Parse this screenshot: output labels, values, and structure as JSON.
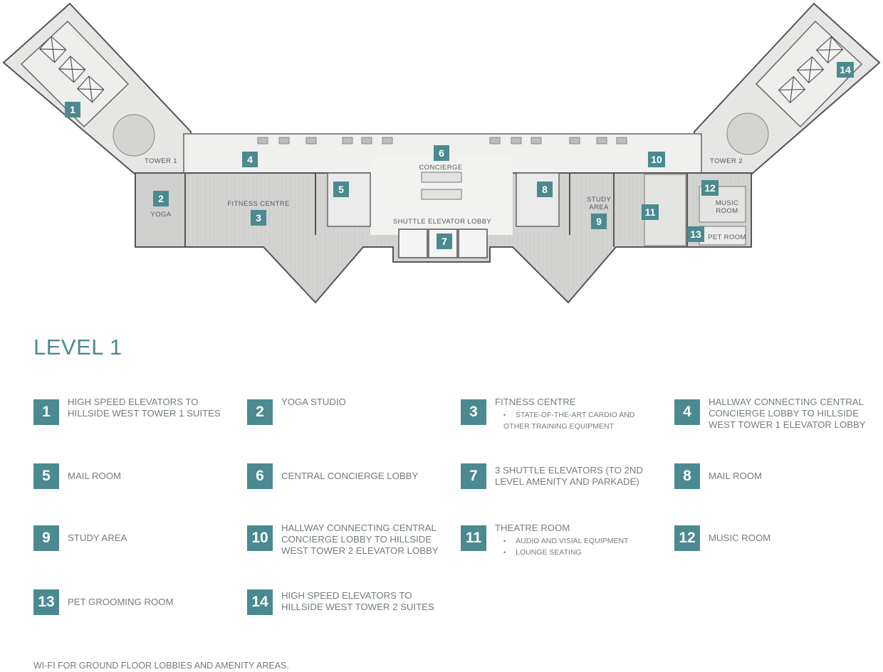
{
  "plan_labels": {
    "tower1": "TOWER 1",
    "tower2": "TOWER 2",
    "yoga": "YOGA",
    "fitness": "FITNESS CENTRE",
    "concierge": "CONCIERGE",
    "shuttle": "SHUTTLE ELEVATOR LOBBY",
    "study_line1": "STUDY",
    "study_line2": "AREA",
    "music_line1": "MUSIC",
    "music_line2": "ROOM",
    "pet": "PET ROOM"
  },
  "markers": [
    "1",
    "2",
    "3",
    "4",
    "5",
    "6",
    "7",
    "8",
    "9",
    "10",
    "11",
    "12",
    "13",
    "14"
  ],
  "title": "LEVEL 1",
  "legend": [
    {
      "num": "1",
      "text": "HIGH SPEED ELEVATORS TO HILLSIDE WEST TOWER 1 SUITES"
    },
    {
      "num": "2",
      "text": "YOGA STUDIO"
    },
    {
      "num": "3",
      "text": "FITNESS CENTRE",
      "bullets": [
        "STATE-OF-THE-ART CARDIO AND OTHER TRAINING EQUIPMENT"
      ]
    },
    {
      "num": "4",
      "text": "HALLWAY CONNECTING CENTRAL CONCIERGE LOBBY TO HILLSIDE WEST TOWER 1 ELEVATOR LOBBY"
    },
    {
      "num": "5",
      "text": "MAIL ROOM"
    },
    {
      "num": "6",
      "text": "CENTRAL CONCIERGE LOBBY"
    },
    {
      "num": "7",
      "text": "3 SHUTTLE ELEVATORS (TO 2ND LEVEL AMENITY AND PARKADE)"
    },
    {
      "num": "8",
      "text": "MAIL ROOM"
    },
    {
      "num": "9",
      "text": "STUDY AREA"
    },
    {
      "num": "10",
      "text": "HALLWAY CONNECTING CENTRAL CONCIERGE LOBBY TO HILLSIDE WEST TOWER 2 ELEVATOR LOBBY"
    },
    {
      "num": "11",
      "text": "THEATRE ROOM",
      "bullets": [
        "AUDIO AND VISIAL EQUIPMENT",
        "LOUNGE SEATING"
      ]
    },
    {
      "num": "12",
      "text": "MUSIC ROOM"
    },
    {
      "num": "13",
      "text": "PET GROOMING ROOM"
    },
    {
      "num": "14",
      "text": "HIGH SPEED ELEVATORS TO HILLSIDE WEST TOWER 2 SUITES"
    }
  ],
  "footnote": "WI-FI FOR GROUND FLOOR LOBBIES AND AMENITY AREAS.",
  "colors": {
    "accent": "#4a8a90",
    "title": "#4f8a91",
    "floor": "#dcdcdc",
    "corridor": "#f0f0ee",
    "wall": "#5a5a5a"
  }
}
